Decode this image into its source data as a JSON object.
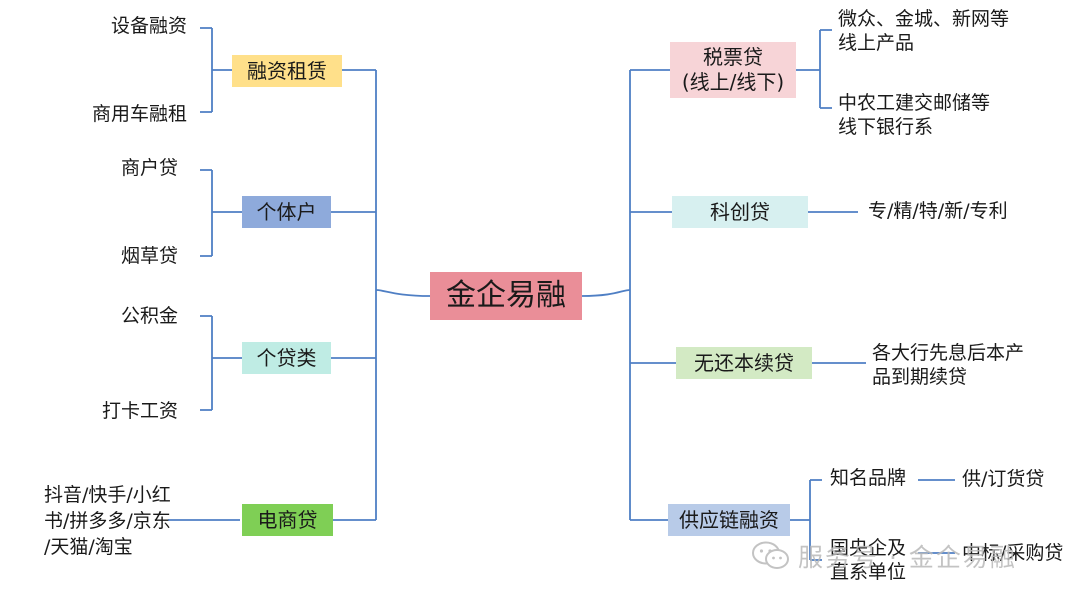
{
  "center": {
    "label": "金企易融",
    "color": "#ea8e98"
  },
  "left_branches": [
    {
      "label": "融资租赁",
      "color": "#ffe08a",
      "children": [
        "设备融资",
        "商用车融租"
      ]
    },
    {
      "label": "个体户",
      "color": "#8eaadb",
      "children": [
        "商户贷",
        "烟草贷"
      ]
    },
    {
      "label": "个贷类",
      "color": "#bfece4",
      "children": [
        "公积金",
        "打卡工资"
      ]
    },
    {
      "label": "电商贷",
      "color": "#7fcf55",
      "children": [
        "抖音/快手/小红",
        "书/拼多多/京东",
        "/天猫/淘宝"
      ]
    }
  ],
  "right_branches": [
    {
      "label_line1": "税票贷",
      "label_line2": "(线上/线下)",
      "color": "#f7d4d7",
      "children": [
        {
          "line1": "微众、金城、新网等",
          "line2": "线上产品"
        },
        {
          "line1": "中农工建交邮储等",
          "line2": "线下银行系"
        }
      ]
    },
    {
      "label": "科创贷",
      "color": "#d7f0f0",
      "child": "专/精/特/新/专利"
    },
    {
      "label": "无还本续贷",
      "color": "#d3eac4",
      "child_line1": "各大行先息后本产",
      "child_line2": "品到期续贷"
    },
    {
      "label": "供应链融资",
      "color": "#b8cbe8",
      "children": [
        {
          "label": "知名品牌",
          "leaf": "供/订货贷"
        },
        {
          "label_line1": "国央企及",
          "label_line2": "直系单位",
          "leaf": "中标/采购贷"
        }
      ]
    }
  ],
  "line_color": "#4f7fc4",
  "watermark": {
    "text": "服务号 · 金企易融"
  }
}
